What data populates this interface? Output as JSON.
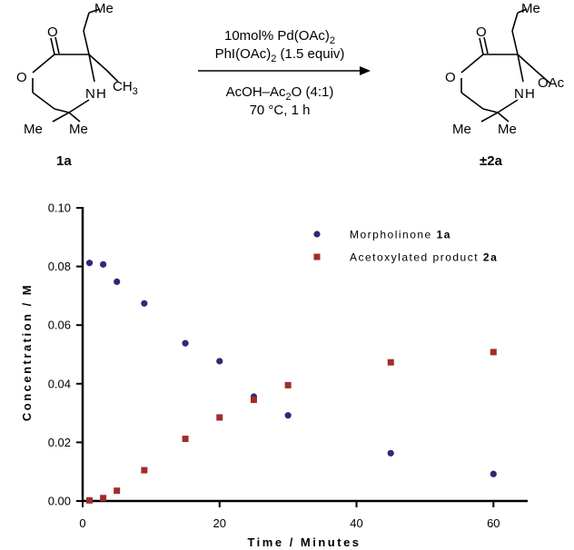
{
  "scheme": {
    "reagent_line1": "10mol% Pd(OAc)",
    "reagent_line1_sub": "2",
    "reagent_line2_pre": "PhI(OAc)",
    "reagent_line2_sub": "2",
    "reagent_line2_post": " (1.5 equiv)",
    "reagent_line3_pre": "AcOH–Ac",
    "reagent_line3_sub": "2",
    "reagent_line3_post": "O (4:1)",
    "reagent_line4": "70 °C, 1 h",
    "reactant": {
      "label": "1a",
      "atom_O_carbonyl": "O",
      "atom_O_ring": "O",
      "atom_N": "N",
      "atom_H": "H",
      "group_Me_top": "Me",
      "group_Me_left": "Me",
      "group_Me_right": "Me",
      "group_CH": "CH",
      "group_CH_sub": "3"
    },
    "product": {
      "label_prefix": "±",
      "label": "2a",
      "atom_O_carbonyl": "O",
      "atom_O_ring": "O",
      "atom_N": "N",
      "atom_H": "H",
      "group_Me_top": "Me",
      "group_Me_left": "Me",
      "group_Me_right": "Me",
      "group_OAc": "OAc"
    }
  },
  "chart_data": {
    "type": "scatter",
    "xlabel": "Time / Minutes",
    "ylabel": "Concentration / M",
    "xlim": [
      0,
      65
    ],
    "ylim": [
      0,
      0.1
    ],
    "x_ticks": [
      "0",
      "20",
      "40",
      "60"
    ],
    "y_ticks": [
      "0.00",
      "0.02",
      "0.04",
      "0.06",
      "0.08",
      "0.10"
    ],
    "legend_position": "top-right",
    "series": [
      {
        "name": "Morpholinone ",
        "name_bold": "1a",
        "marker": "circle",
        "color": "#2e2b74",
        "points": [
          [
            1,
            0.0812
          ],
          [
            3,
            0.0807
          ],
          [
            5,
            0.0748
          ],
          [
            9,
            0.0674
          ],
          [
            15,
            0.0538
          ],
          [
            20,
            0.0477
          ],
          [
            25,
            0.0356
          ],
          [
            30,
            0.0292
          ],
          [
            45,
            0.0163
          ],
          [
            60,
            0.0092
          ]
        ]
      },
      {
        "name": "Acetoxylated product ",
        "name_bold": "2a",
        "marker": "square",
        "color": "#a22c2c",
        "points": [
          [
            1,
            0.0002
          ],
          [
            3,
            0.001
          ],
          [
            5,
            0.0035
          ],
          [
            9,
            0.0105
          ],
          [
            15,
            0.0212
          ],
          [
            20,
            0.0285
          ],
          [
            25,
            0.0345
          ],
          [
            30,
            0.0395
          ],
          [
            45,
            0.0473
          ],
          [
            60,
            0.0508
          ]
        ]
      }
    ]
  }
}
